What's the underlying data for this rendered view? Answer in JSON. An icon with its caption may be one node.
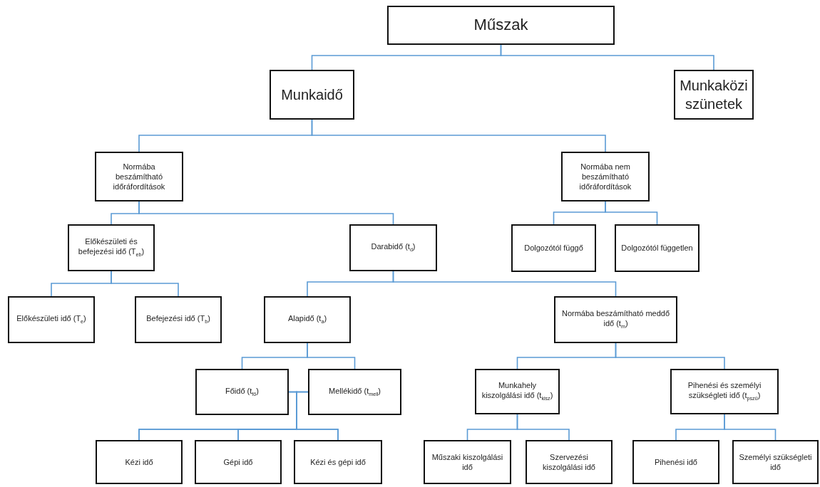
{
  "diagram": {
    "nodes": [
      {
        "text": [
          "Műszak"
        ]
      },
      {
        "text": [
          "Munkaidő"
        ]
      },
      {
        "text": [
          "Munkaközi szünetek"
        ]
      },
      {
        "text": [
          "Normába beszámítható időráfordítások"
        ]
      },
      {
        "text": [
          "Normába nem beszámítható időráfordítások"
        ]
      },
      {
        "text": [
          "Előkészületi és befejezési idő (T$_{eb}$)"
        ]
      },
      {
        "text": [
          "Darabidő (t$_{d}$)"
        ]
      },
      {
        "text": [
          "Dolgozótól függő"
        ]
      },
      {
        "text": [
          "Dolgozótól független"
        ]
      },
      {
        "text": [
          "Előkészületi idő (T$_{e}$)"
        ]
      },
      {
        "text": [
          "Befejezési idő (T$_{b}$)"
        ]
      },
      {
        "text": [
          "Alapidő (t$_{a}$)"
        ]
      },
      {
        "text": [
          "Normába beszámítható meddő idő (t$_{m}$)"
        ]
      },
      {
        "text": [
          "Főidő (t$_{fő}$)"
        ]
      },
      {
        "text": [
          "Mellékidő (t$_{mell}$)"
        ]
      },
      {
        "text": [
          "Munkahely kiszolgálási idő (t$_{kisz}$)"
        ]
      },
      {
        "text": [
          "Pihenési és személyi szükségleti idő (t$_{pszü}$)"
        ]
      },
      {
        "text": [
          "Kézi idő"
        ]
      },
      {
        "text": [
          "Gépi idő"
        ]
      },
      {
        "text": [
          "Kézi és gépi idő"
        ]
      },
      {
        "text": [
          "Műszaki kiszolgálási idő"
        ]
      },
      {
        "text": [
          "Szervezési kiszolgálási idő"
        ]
      },
      {
        "text": [
          "Pihenési idő"
        ]
      },
      {
        "text": [
          "Személyi szükségleti idő"
        ]
      }
    ],
    "edges": [
      {
        "from": 0,
        "to": 1,
        "arrow": "none"
      },
      {
        "from": 0,
        "to": 2,
        "arrow": "none"
      },
      {
        "from": 1,
        "to": 3,
        "arrow": "none"
      },
      {
        "from": 1,
        "to": 4,
        "arrow": "none"
      },
      {
        "from": 3,
        "to": 5,
        "arrow": "none"
      },
      {
        "from": 3,
        "to": 6,
        "arrow": "none"
      },
      {
        "from": 4,
        "to": 7,
        "arrow": "none"
      },
      {
        "from": 4,
        "to": 8,
        "arrow": "none"
      },
      {
        "from": 5,
        "to": 9,
        "arrow": "none"
      },
      {
        "from": 5,
        "to": 10,
        "arrow": "none"
      },
      {
        "from": 6,
        "to": 11,
        "arrow": "none"
      },
      {
        "from": 6,
        "to": 12,
        "arrow": "none"
      },
      {
        "from": 11,
        "to": 13,
        "arrow": "none"
      },
      {
        "from": 11,
        "to": 14,
        "arrow": "none"
      },
      {
        "from": 12,
        "to": 15,
        "arrow": "none"
      },
      {
        "from": 12,
        "to": 16,
        "arrow": "none"
      },
      {
        "from": 13,
        "to": 17,
        "arrow": "none"
      },
      {
        "from": 13,
        "to": 18,
        "arrow": "none"
      },
      {
        "from": 13,
        "to": 19,
        "arrow": "none"
      },
      {
        "from": 14,
        "to": 17,
        "arrow": "none"
      },
      {
        "from": 14,
        "to": 18,
        "arrow": "none"
      },
      {
        "from": 14,
        "to": 19,
        "arrow": "none"
      },
      {
        "from": 15,
        "to": 20,
        "arrow": "none"
      },
      {
        "from": 15,
        "to": 21,
        "arrow": "none"
      },
      {
        "from": 16,
        "to": 22,
        "arrow": "none"
      },
      {
        "from": 16,
        "to": 23,
        "arrow": "none"
      }
    ]
  }
}
